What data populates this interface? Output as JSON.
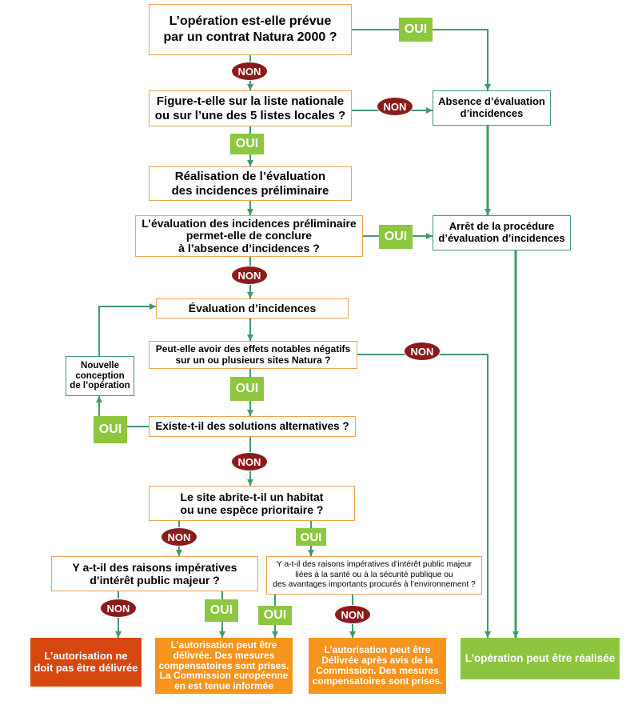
{
  "nodes": {
    "q_contract": "L’opération est-elle prévue\npar un contrat Natura 2000 ?",
    "q_lists": "Figure-t-elle sur la liste nationale\nou sur l’une des 5 listes locales ?",
    "no_assessment": "Absence d’évaluation\nd’incidences",
    "preliminary": "Réalisation de l’évaluation\ndes incidences préliminaire",
    "q_preliminary": "L’évaluation des incidences préliminaire\npermet-elle de conclure\nà l’absence d’incidences ?",
    "stop_procedure": "Arrêt de la procédure\nd’évaluation d’incidences",
    "assessment": "Évaluation d’incidences",
    "q_effects": "Peut-elle avoir des effets notables négatifs\nsur un ou plusieurs sites Natura ?",
    "redesign": "Nouvelle\nconception\nde l’opération",
    "q_alternatives": "Existe-t-il des solutions alternatives ?",
    "q_priority": "Le site abrite-t-il un habitat\nou une espèce prioritaire ?",
    "q_public_interest": "Y a-t-il des raisons impératives\nd’intérêt public majeur ?",
    "q_public_interest_priority": "Y a-t-il des raisons impératives d’intérêt public majeur\nliées à la santé ou à la sécurité publique ou\ndes avantages importants procurés à l’environnement ?",
    "outcome_refused": "L’autorisation ne\ndoit pas être délivrée",
    "outcome_authorized_informed": "L’autorisation peut être\ndélivrée. Des mesures\ncompensatoires sont prises.\nLa Commission européenne\nen est tenue informée",
    "outcome_authorized_opinion": "L’autorisation peut être\nDélivrée après avis de la\nCommission. Des mesures\ncompensatoires sont prises.",
    "outcome_realised": "L’opération peut être réalisée"
  },
  "branches": [
    "OUI",
    "NON",
    "NON",
    "OUI",
    "OUI",
    "NON",
    "NON",
    "OUI",
    "OUI",
    "NON",
    "NON",
    "OUI",
    "NON",
    "OUI",
    "OUI",
    "NON"
  ],
  "colors": {
    "yes": "#8dc63f",
    "no": "#8b1b1b",
    "connector": "#3f9a6a",
    "border": "#eea14f",
    "alt_border": "#3f9a6a",
    "refused": "#d6470f",
    "authorized": "#f7941d",
    "realised": "#8cc63f"
  }
}
